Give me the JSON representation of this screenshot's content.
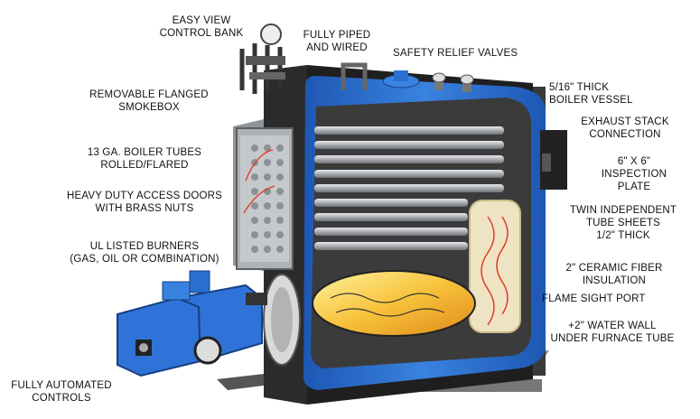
{
  "labels": {
    "control_bank": [
      "EASY VIEW",
      "CONTROL BANK"
    ],
    "piped": [
      "FULLY PIPED",
      "AND WIRED"
    ],
    "relief": [
      "SAFETY RELIEF VALVES"
    ],
    "vessel": [
      "5/16\" THICK",
      "BOILER VESSEL"
    ],
    "smokebox": [
      "REMOVABLE FLANGED",
      "SMOKEBOX"
    ],
    "exhaust": [
      "EXHAUST STACK",
      "CONNECTION"
    ],
    "tubes": [
      "13 GA. BOILER TUBES",
      "ROLLED/FLARED"
    ],
    "inspection": [
      "6\" x 6\"",
      "INSPECTION",
      "PLATE"
    ],
    "doors": [
      "HEAVY DUTY ACCESS DOORS",
      "WITH BRASS NUTS"
    ],
    "tubesheets": [
      "TWIN INDEPENDENT",
      "TUBE SHEETS",
      "1/2\" THICK"
    ],
    "burners": [
      "UL LISTED BURNERS",
      "(GAS, OIL OR COMBINATION)"
    ],
    "insulation": [
      "2\" CERAMIC FIBER",
      "INSULATION"
    ],
    "sightport": [
      "FLAME SIGHT PORT"
    ],
    "waterwall": [
      "+2\" WATER WALL",
      "UNDER FURNACE TUBE"
    ],
    "controls": [
      "FULLY AUTOMATED",
      "CONTROLS"
    ]
  },
  "colors": {
    "shell_blue": "#2a6fd1",
    "shell_dark": "#1a1a1a",
    "interior": "#3c3c3c",
    "tube": "#b9bcc0",
    "flame": "#f5c63a",
    "burner_blue": "#2f73d8",
    "refractory": "#efe6c8"
  }
}
